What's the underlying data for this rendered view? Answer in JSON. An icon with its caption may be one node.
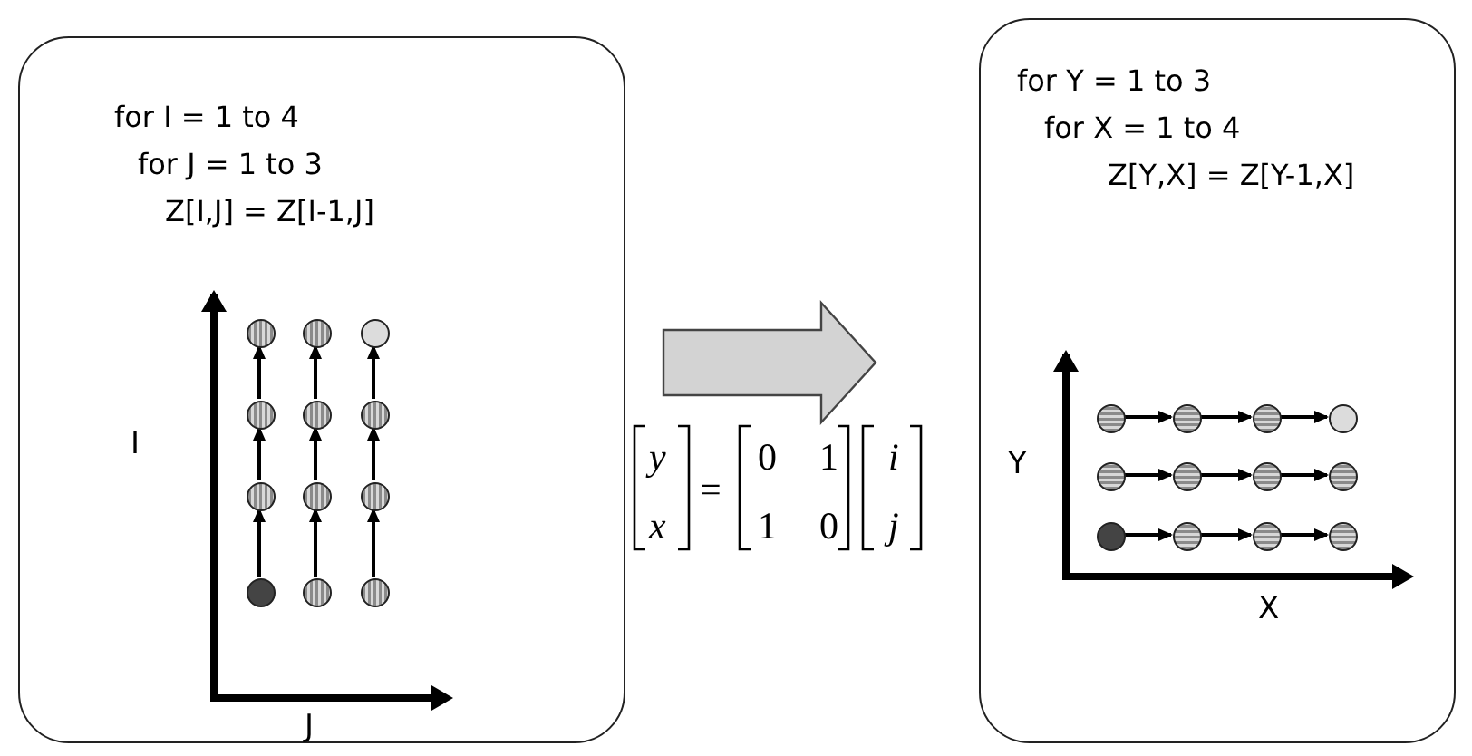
{
  "diagram": {
    "nodes": [
      {
        "text": [
          "for I = 1 to 4",
          "for J = 1 to 3",
          "Z[I,J] = Z[I-1,J]"
        ]
      },
      {
        "text": [],
        "shape": "circle",
        "in": 0
      },
      {
        "text": [],
        "shape": "circle",
        "in": 0
      },
      {
        "text": [],
        "shape": "circle",
        "in": 0
      },
      {
        "text": [],
        "shape": "circle",
        "in": 0
      },
      {
        "text": [],
        "shape": "circle",
        "in": 0
      },
      {
        "text": [],
        "shape": "circle",
        "in": 0
      },
      {
        "text": [],
        "shape": "circle",
        "in": 0
      },
      {
        "text": [],
        "shape": "circle",
        "in": 0
      },
      {
        "text": [],
        "shape": "circle",
        "in": 0
      },
      {
        "text": [],
        "shape": "circle",
        "in": 0
      },
      {
        "text": [],
        "shape": "circle",
        "in": 0
      },
      {
        "text": [],
        "shape": "circle",
        "in": 0
      },
      {
        "text": [
          "for Y = 1 to 3",
          "for X = 1 to 4",
          "Z[Y,X] = Z[Y-1,X]"
        ]
      },
      {
        "text": [],
        "shape": "circle",
        "in": 13
      },
      {
        "text": [],
        "shape": "circle",
        "in": 13
      },
      {
        "text": [],
        "shape": "circle",
        "in": 13
      },
      {
        "text": [],
        "shape": "circle",
        "in": 13
      },
      {
        "text": [],
        "shape": "circle",
        "in": 13
      },
      {
        "text": [],
        "shape": "circle",
        "in": 13
      },
      {
        "text": [],
        "shape": "circle",
        "in": 13
      },
      {
        "text": [],
        "shape": "circle",
        "in": 13
      },
      {
        "text": [],
        "shape": "circle",
        "in": 13
      },
      {
        "text": [],
        "shape": "circle",
        "in": 13
      },
      {
        "text": [],
        "shape": "circle",
        "in": 13
      },
      {
        "text": [],
        "shape": "circle",
        "in": 13
      }
    ],
    "edges": [
      {
        "from": 10,
        "to": 7,
        "arrow": "to"
      },
      {
        "from": 7,
        "to": 4,
        "arrow": "to"
      },
      {
        "from": 4,
        "to": 1,
        "arrow": "to"
      },
      {
        "from": 11,
        "to": 8,
        "arrow": "to"
      },
      {
        "from": 8,
        "to": 5,
        "arrow": "to"
      },
      {
        "from": 5,
        "to": 2,
        "arrow": "to"
      },
      {
        "from": 12,
        "to": 9,
        "arrow": "to"
      },
      {
        "from": 9,
        "to": 6,
        "arrow": "to"
      },
      {
        "from": 6,
        "to": 3,
        "arrow": "to"
      },
      {
        "from": 14,
        "to": 15,
        "arrow": "to"
      },
      {
        "from": 15,
        "to": 16,
        "arrow": "to"
      },
      {
        "from": 16,
        "to": 17,
        "arrow": "to"
      },
      {
        "from": 18,
        "to": 19,
        "arrow": "to"
      },
      {
        "from": 19,
        "to": 20,
        "arrow": "to"
      },
      {
        "from": 20,
        "to": 21,
        "arrow": "to"
      },
      {
        "from": 22,
        "to": 23,
        "arrow": "to"
      },
      {
        "from": 23,
        "to": 24,
        "arrow": "to"
      },
      {
        "from": 24,
        "to": 25,
        "arrow": "to"
      },
      {
        "from": 0,
        "to": 13,
        "arrow": "to",
        "style": "thick",
        "color": "#d3d3d3"
      }
    ],
    "labels": [
      "I",
      "J",
      "Y",
      "X",
      "y",
      "x",
      "=",
      "0",
      "1",
      "1",
      "0",
      "i",
      "j"
    ]
  }
}
